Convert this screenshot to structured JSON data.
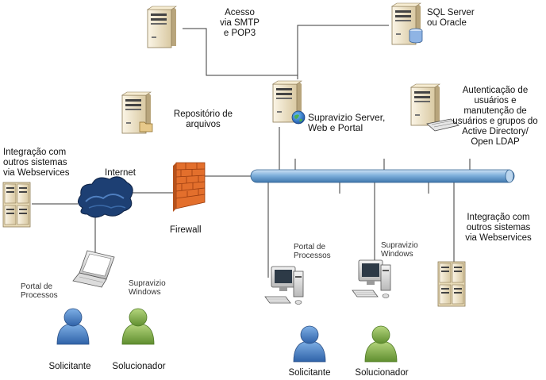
{
  "labels": {
    "smtp": "Acesso\nvia SMTP\ne POP3",
    "sql": "SQL Server\nou Oracle",
    "repo": "Repositório de\narquivos",
    "server": "Supravizio Server,\nWeb e Portal",
    "auth": "Autenticação de\nusuários e\nmanutenção de\nusuários e grupos do\nActive Directory/\nOpen LDAP",
    "integ_left": "Integração com\noutros sistemas\nvia Webservices",
    "integ_right": "Integração com\noutros sistemas\nvia Webservices",
    "internet": "Internet",
    "firewall": "Firewall",
    "portal_left": "Portal de\nProcessos",
    "windows_left": "Supravizio\nWindows",
    "portal_mid": "Portal de\nProcessos",
    "windows_mid": "Supravizio\nWindows",
    "solicitante_left": "Solicitante",
    "solucionador_left": "Solucionador",
    "solicitante_mid": "Solicitante",
    "solucionador_mid": "Solucionador"
  },
  "icons": {
    "server": "server-tower-icon",
    "database": "database-icon",
    "folder": "folder-icon",
    "globe": "globe-icon",
    "keyboard": "keyboard-icon",
    "rack": "server-rack-icon",
    "cloud": "internet-cloud-icon",
    "firewall": "firewall-icon",
    "laptop": "laptop-icon",
    "workstation": "workstation-icon",
    "user_blue": "user-blue-icon",
    "user_green": "user-green-icon"
  },
  "colors": {
    "bus": "#7fb0dc",
    "server_case": "#efe3c4",
    "firewall": "#e36f2c",
    "cloud": "#1d3f73",
    "user_blue": "#4a84c8",
    "user_green": "#7fae4a"
  }
}
